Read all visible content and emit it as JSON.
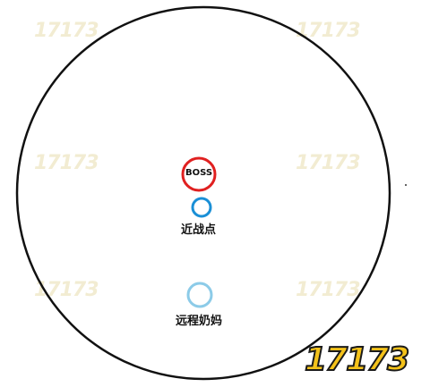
{
  "watermark": {
    "text": "17173"
  },
  "boss": {
    "label": "BOSS",
    "color": "#e02020"
  },
  "melee": {
    "label": "近战点",
    "color": "#1a8fd6"
  },
  "ranged_healer": {
    "label": "远程奶妈",
    "color": "#8ccbe8"
  },
  "arena": {
    "border_color": "#111111"
  }
}
